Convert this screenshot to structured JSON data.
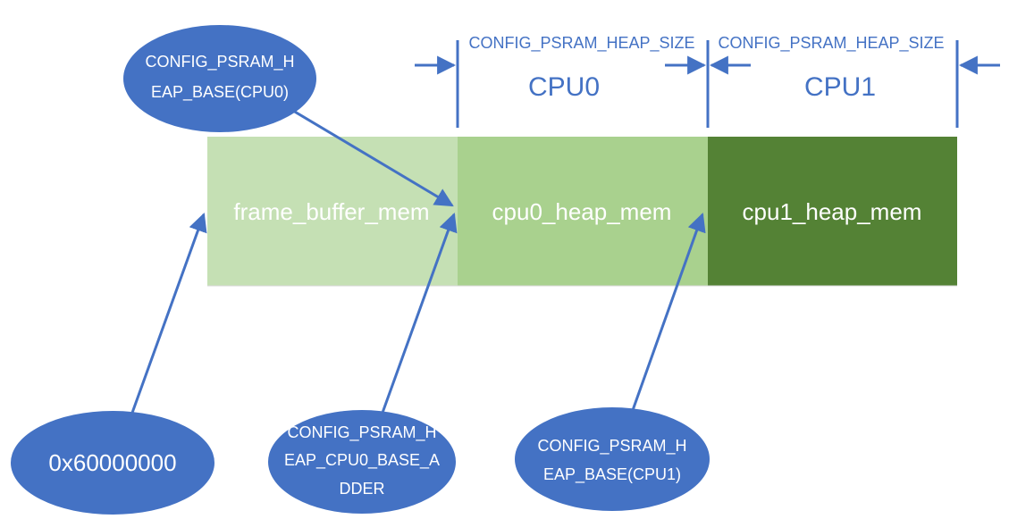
{
  "colors": {
    "accent_blue": "#4472c4",
    "light_green": "#c5e0b4",
    "mid_green": "#a9d18e",
    "dark_green": "#548235",
    "white": "#ffffff"
  },
  "memory_blocks": [
    {
      "id": "frame",
      "label": "frame_buffer_mem",
      "fill": "#c5e0b4"
    },
    {
      "id": "cpu0",
      "label": "cpu0_heap_mem",
      "fill": "#a9d18e"
    },
    {
      "id": "cpu1",
      "label": "cpu1_heap_mem",
      "fill": "#548235"
    }
  ],
  "dimensions": {
    "cpu0_size_label": "CONFIG_PSRAM_HEAP_SIZE",
    "cpu1_size_label": "CONFIG_PSRAM_HEAP_SIZE",
    "cpu0_name": "CPU0",
    "cpu1_name": "CPU1"
  },
  "callouts": {
    "heap_base_cpu0": {
      "line1": "CONFIG_PSRAM_H",
      "line2": "EAP_BASE(CPU0)"
    },
    "start_address": {
      "line1": "0x60000000"
    },
    "cpu0_base_adder": {
      "line1": "CONFIG_PSRAM_H",
      "line2": "EAP_CPU0_BASE_A",
      "line3": "DDER"
    },
    "heap_base_cpu1": {
      "line1": "CONFIG_PSRAM_H",
      "line2": "EAP_BASE(CPU1)"
    }
  }
}
